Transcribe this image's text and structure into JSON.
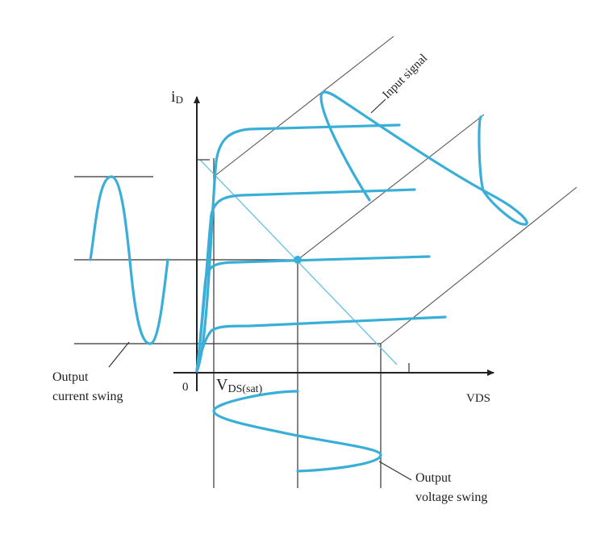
{
  "labels": {
    "y_axis": "i",
    "y_axis_sub": "D",
    "x_axis": "VDS",
    "origin": "0",
    "vds_sat_main": "V",
    "vds_sat_sub": "DS(sat)",
    "input_signal": "Input signal",
    "output_current_line1": "Output",
    "output_current_line2": "current swing",
    "output_voltage_line1": "Output",
    "output_voltage_line2": "voltage swing"
  },
  "colors": {
    "curve": "#39afd8",
    "load_line": "#6cc4e2",
    "lines": "#333333"
  }
}
